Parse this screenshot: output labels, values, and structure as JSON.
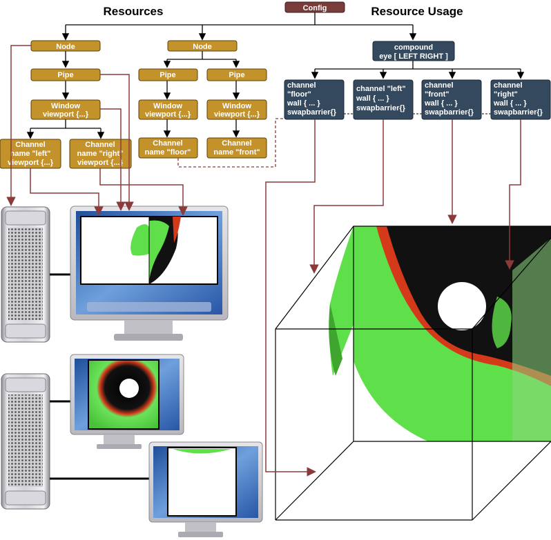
{
  "headings": {
    "resources": "Resources",
    "resource_usage": "Resource Usage"
  },
  "config": {
    "label": "Config"
  },
  "resources_tree": {
    "node1": {
      "node": "Node",
      "pipe": "Pipe",
      "window": [
        "Window",
        "viewport {...}"
      ],
      "channel_left": [
        "Channel",
        "name \"left\"",
        "viewport {...}"
      ],
      "channel_right": [
        "Channel",
        "name \"right\"",
        "viewport {...}"
      ]
    },
    "node2": {
      "node": "Node",
      "pipe_a": "Pipe",
      "pipe_b": "Pipe",
      "window_a": [
        "Window",
        "viewport {...}"
      ],
      "window_b": [
        "Window",
        "viewport {...}"
      ],
      "channel_floor": [
        "Channel",
        "name \"floor\""
      ],
      "channel_front": [
        "Channel",
        "name \"front\""
      ]
    }
  },
  "usage_tree": {
    "compound": [
      "compound",
      "eye [ LEFT RIGHT ]"
    ],
    "channels": [
      [
        "channel",
        "\"floor\"",
        "wall { ... }",
        "swapbarrier{}"
      ],
      [
        "channel \"left\"",
        "wall { ... }",
        "swapbarrier{}"
      ],
      [
        "channel",
        "\"front\"",
        "wall { ... }",
        "swapbarrier{}"
      ],
      [
        "channel",
        "\"right\"",
        "wall { ... }",
        "swapbarrier{}"
      ]
    ]
  },
  "colors": {
    "resource_box": "#c4922a",
    "usage_box": "#34495e",
    "config_box": "#7a3b3b",
    "arrow_red": "#8b3a3a",
    "tree_line": "#000000",
    "render_green": "#5fe04a",
    "render_red": "#d43a1a",
    "screen_blue": "#3b6fb8"
  }
}
